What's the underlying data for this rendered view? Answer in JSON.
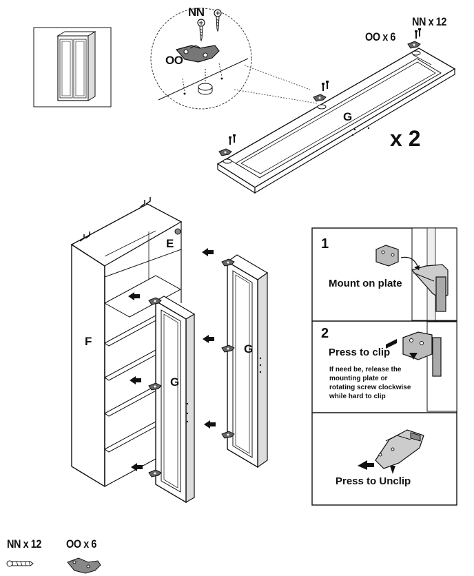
{
  "parts": {
    "e": "E",
    "f": "F",
    "g_top": "G",
    "g_front": "G",
    "g_back": "G",
    "oo_detail": "OO",
    "nn_detail": "NN"
  },
  "quantities": {
    "nn_top": "NN x 12",
    "oo_top": "OO x 6",
    "multiplier": "x 2",
    "nn_legend": "NN x 12",
    "oo_legend": "OO x 6"
  },
  "steps": [
    {
      "number": "1",
      "text": "Mount on plate"
    },
    {
      "number": "2",
      "text": "Press to clip",
      "note_lines": [
        "If need be, release the",
        "mounting plate or",
        "rotating screw clockwise",
        "while hard to clip"
      ]
    },
    {
      "number": "",
      "text": "Press to Unclip"
    }
  ],
  "icons": [
    "cabinet-thumbnail-icon",
    "screw-icon",
    "hinge-icon",
    "arrow-icon"
  ]
}
